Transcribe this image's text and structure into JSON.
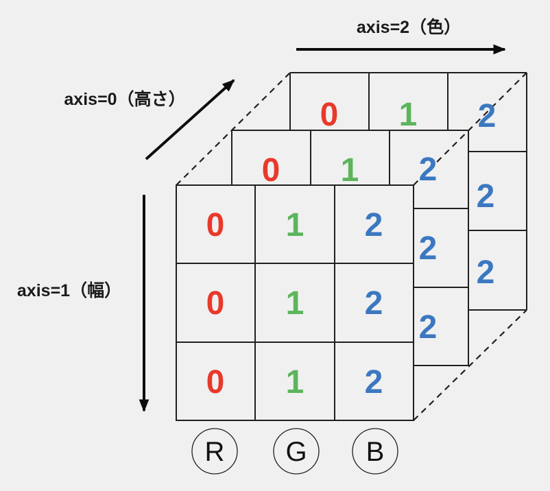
{
  "diagram_title": "3D array axes diagram (height x width x color)",
  "colors": {
    "red": "#e8392b",
    "green": "#5cb55c",
    "blue": "#3b78c0",
    "line": "#1f1f1f",
    "background": "#f0f0f0"
  },
  "axes": {
    "axis0": "axis=0（高さ）",
    "axis1": "axis=1（幅）",
    "axis2": "axis=2（色）"
  },
  "grid": {
    "front": [
      [
        "0",
        "1",
        "2"
      ],
      [
        "0",
        "1",
        "2"
      ],
      [
        "0",
        "1",
        "2"
      ]
    ],
    "middle_top": [
      "0",
      "1",
      "2"
    ],
    "back_top": [
      "0",
      "1",
      "2"
    ],
    "middle_right": [
      "2",
      "2"
    ],
    "back_right": [
      "2",
      "2"
    ]
  },
  "channels": [
    "R",
    "G",
    "B"
  ]
}
